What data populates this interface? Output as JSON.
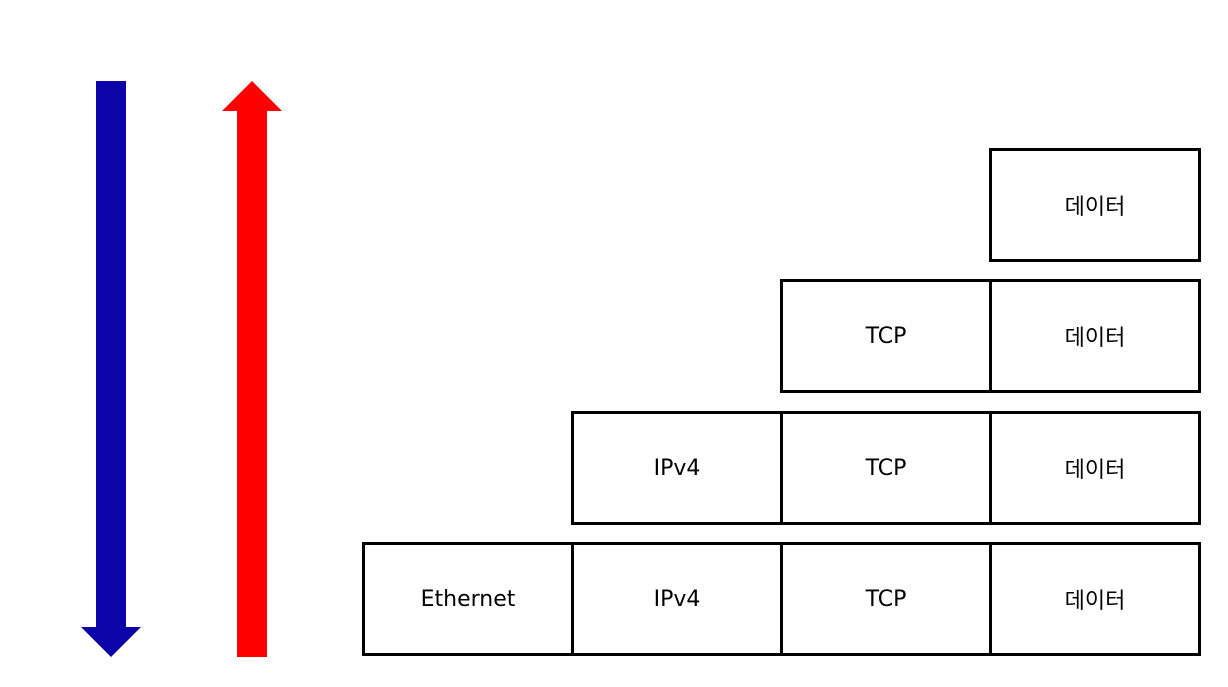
{
  "colors": {
    "down_arrow": "#0c04a8",
    "up_arrow": "#ff0000",
    "border": "#000000"
  },
  "rows": [
    {
      "cells": [
        "데이터"
      ]
    },
    {
      "cells": [
        "TCP",
        "데이터"
      ]
    },
    {
      "cells": [
        "IPv4",
        "TCP",
        "데이터"
      ]
    },
    {
      "cells": [
        "Ethernet",
        "IPv4",
        "TCP",
        "데이터"
      ]
    }
  ]
}
